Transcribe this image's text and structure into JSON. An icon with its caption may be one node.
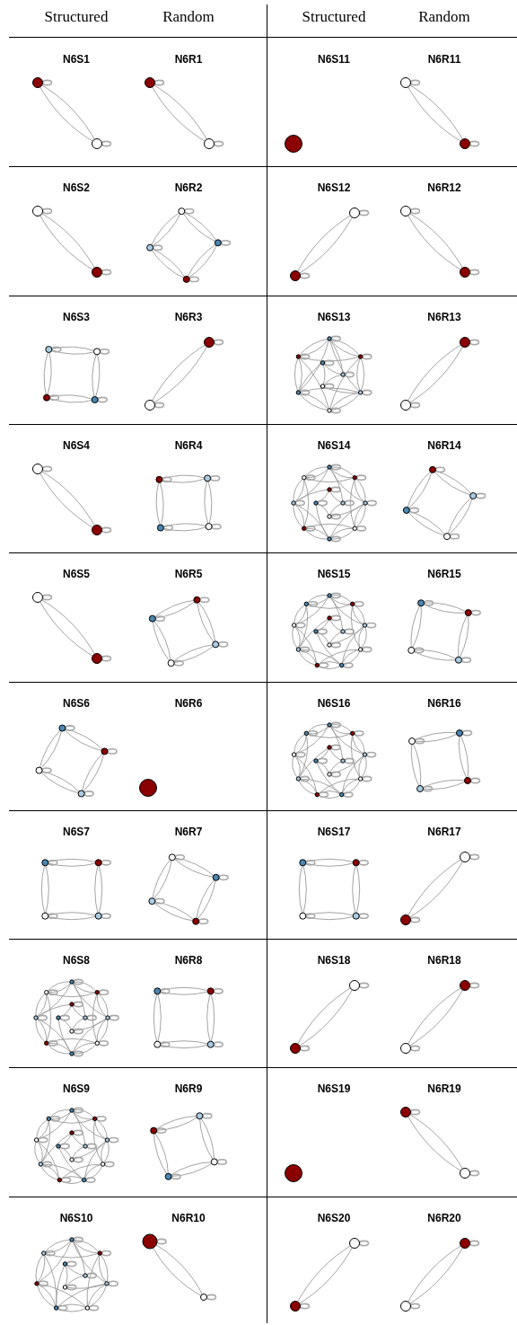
{
  "diagram": {
    "labels": [
      "Structured",
      "Random",
      "Structured",
      "Random",
      "N6S1",
      "N6R1",
      "N6S11",
      "N6R11",
      "N6S2",
      "N6R2",
      "N6S12",
      "N6R12",
      "N6S3",
      "N6R3",
      "N6S13",
      "N6R13",
      "N6S4",
      "N6R4",
      "N6S14",
      "N6R14",
      "N6S5",
      "N6R5",
      "N6S15",
      "N6R15",
      "N6S6",
      "N6R6",
      "N6S16",
      "N6R16",
      "N6S7",
      "N6R7",
      "N6S17",
      "N6R17",
      "N6S8",
      "N6R8",
      "N6S18",
      "N6R18",
      "N6S9",
      "N6R9",
      "N6S19",
      "N6R19",
      "N6S10",
      "N6R10",
      "N6S20",
      "N6R20"
    ]
  }
}
